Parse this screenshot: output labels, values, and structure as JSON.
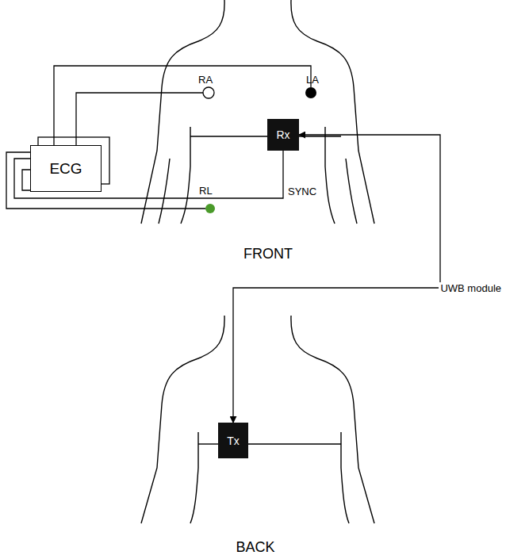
{
  "diagram": {
    "nodes": [
      {
        "text": [
          "ECG"
        ]
      },
      {
        "text": [
          "Rx"
        ]
      },
      {
        "text": [
          "Tx"
        ]
      }
    ],
    "edges": [
      {
        "from": 0,
        "to": 1,
        "label": "SYNC",
        "arrow": "none"
      },
      {
        "from": 2,
        "to": 1,
        "label": "UWB module",
        "arrow": "both"
      }
    ],
    "labels": [
      "RA",
      "LA",
      "RL",
      "FRONT",
      "BACK"
    ]
  }
}
